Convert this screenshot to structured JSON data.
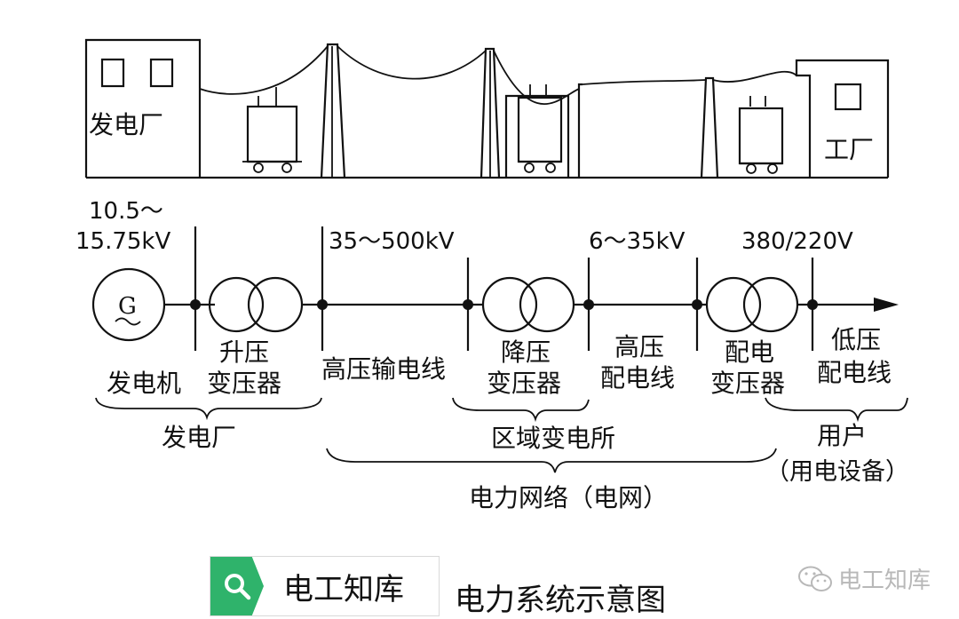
{
  "diagram": {
    "scene": {
      "plant_label": "发电厂",
      "factory_label": "工厂"
    },
    "voltages": {
      "gen_line1": "10.5～",
      "gen_line2": "15.75kV",
      "transmission": "35～500kV",
      "distribution": "6～35kV",
      "low": "380/220V"
    },
    "generator_symbol": "G",
    "components": {
      "generator": "发电机",
      "step_up_1": "升压",
      "step_up_2": "变压器",
      "hv_line": "高压输电线",
      "step_down_1": "降压",
      "step_down_2": "变压器",
      "hv_dist_1": "高压",
      "hv_dist_2": "配电线",
      "dist_tx_1": "配电",
      "dist_tx_2": "变压器",
      "lv_dist_1": "低压",
      "lv_dist_2": "配电线"
    },
    "groups": {
      "power_plant": "发电厂",
      "substation": "区域变电所",
      "user_1": "用户",
      "user_2": "（用电设备）",
      "grid": "电力网络（电网）"
    }
  },
  "badge": {
    "icon": "search-icon",
    "text": "电工知库",
    "accent": "#2fb36b"
  },
  "caption": "电力系统示意图",
  "watermark": {
    "icon": "wechat-icon",
    "text": "电工知库"
  }
}
